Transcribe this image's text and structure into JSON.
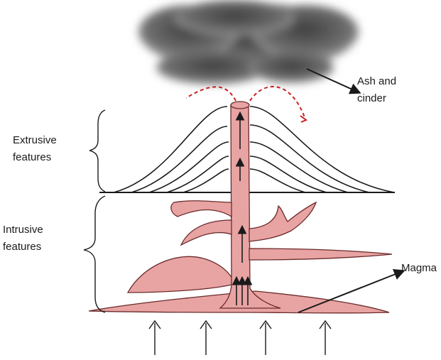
{
  "labels": {
    "extrusive": [
      "Extrusive",
      "features"
    ],
    "intrusive": [
      "Intrusive",
      "features"
    ],
    "ash": [
      "Ash and",
      "cinder"
    ],
    "magma": "Magma"
  },
  "colors": {
    "magma_fill": "#e8a3a3",
    "magma_stroke": "#6b2b2b",
    "cloud": "#6e6e6e",
    "ash_trail": "#cc1f1f",
    "lines": "#1a1a1a"
  }
}
